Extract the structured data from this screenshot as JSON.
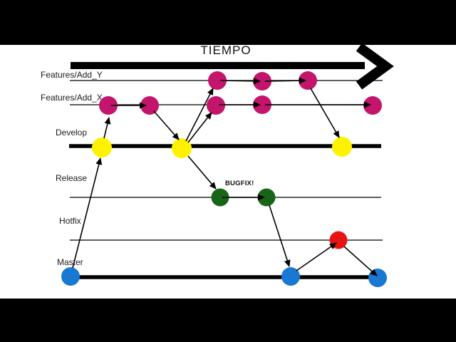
{
  "timeline": {
    "title": "TIEMPO"
  },
  "annotations": {
    "bugfix": "BUGFIX!"
  },
  "branches": [
    {
      "label": "Features/Add_Y",
      "commits": 3,
      "color_key": "feature"
    },
    {
      "label": "Features/Add_X",
      "commits": 5,
      "color_key": "feature"
    },
    {
      "label": "Develop",
      "commits": 3,
      "color_key": "develop"
    },
    {
      "label": "Release",
      "commits": 2,
      "color_key": "release"
    },
    {
      "label": "Hotfix",
      "commits": 1,
      "color_key": "hotfix"
    },
    {
      "label": "Master",
      "commits": 3,
      "color_key": "master"
    }
  ],
  "colors": {
    "feature": "#C2156B",
    "develop": "#FFF200",
    "release": "#176617",
    "hotfix": "#E81414",
    "master": "#1878D2",
    "line": "#000000"
  }
}
